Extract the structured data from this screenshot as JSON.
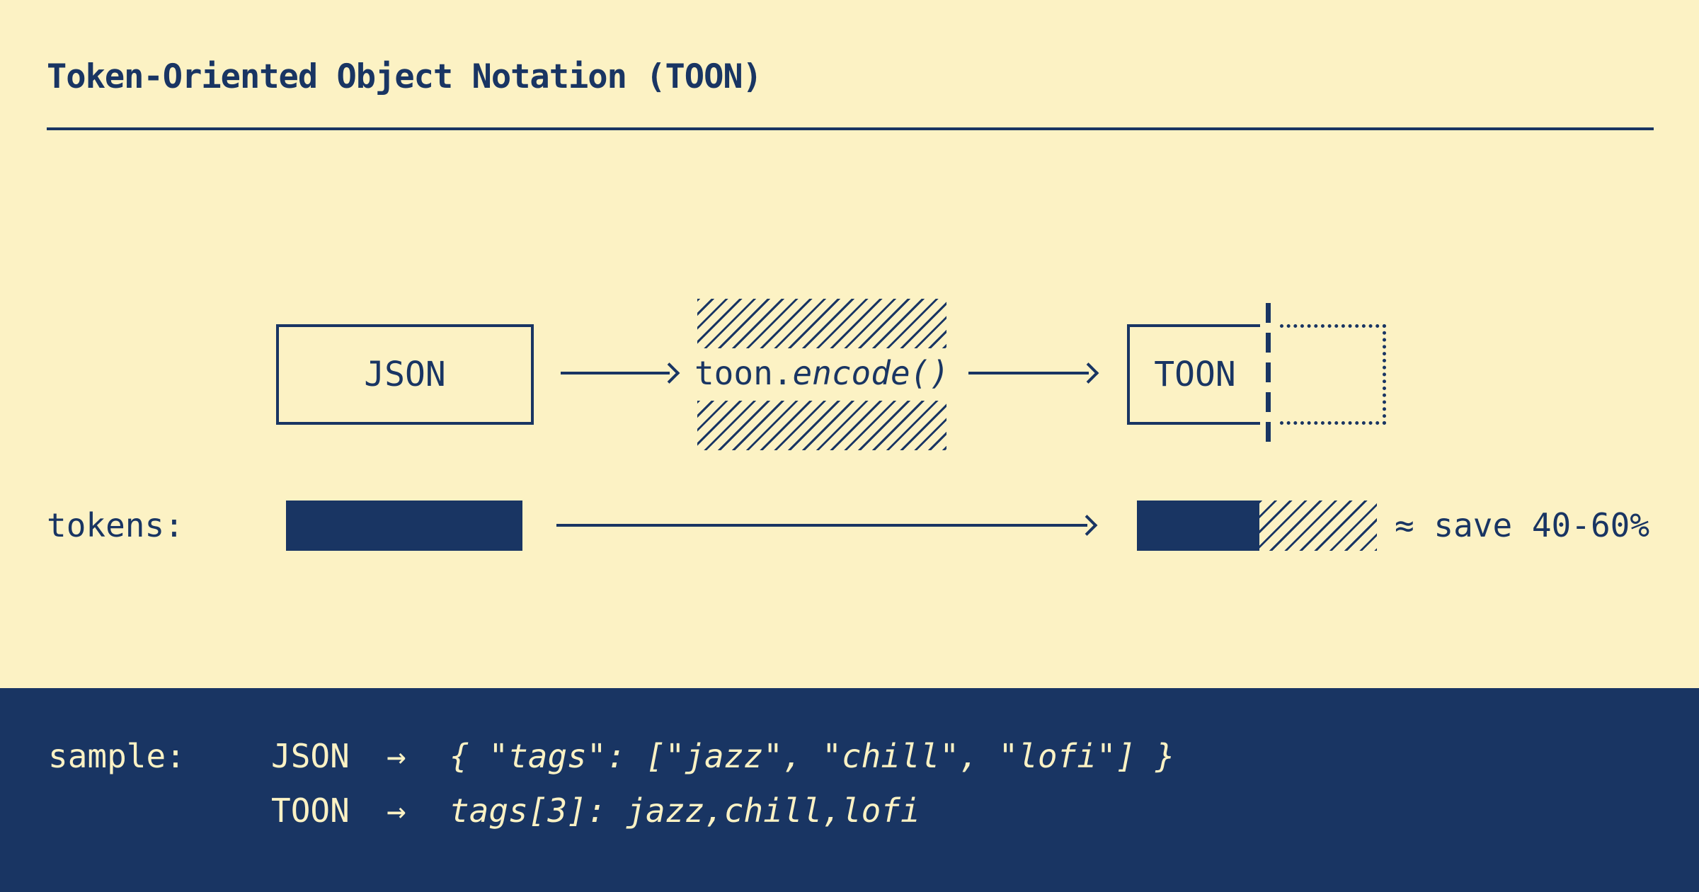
{
  "colors": {
    "background": "#FCF2C4",
    "ink": "#193563"
  },
  "header": {
    "title": "Token-Oriented Object Notation (TOON)"
  },
  "flow": {
    "input_label": "JSON",
    "encode_prefix": "toon.",
    "encode_call": "encode()",
    "output_label": "TOON"
  },
  "tokens_row": {
    "label": "tokens:",
    "savings_note": "≈ save 40-60%"
  },
  "sample": {
    "label": "sample:",
    "rows": [
      {
        "format": "JSON",
        "arrow": "→",
        "code": "{ \"tags\": [\"jazz\", \"chill\", \"lofi\"] }"
      },
      {
        "format": "TOON",
        "arrow": "→",
        "code": "tags[3]: jazz,chill,lofi"
      }
    ]
  }
}
